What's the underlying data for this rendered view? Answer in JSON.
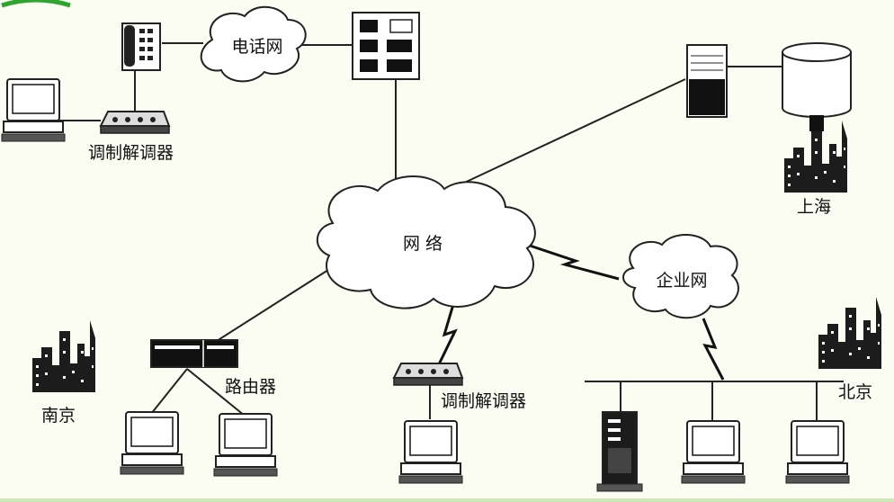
{
  "labels": {
    "phone_network": "电话网",
    "network": "网 络",
    "enterprise_network": "企业网",
    "modem_top": "调制解调器",
    "modem_bottom": "调制解调器",
    "router": "路由器",
    "shanghai": "上海",
    "nanjing": "南京",
    "beijing": "北京"
  },
  "colors": {
    "line": "#222222",
    "background": "#fbfdf2",
    "accent_green": "#2ea52e"
  }
}
